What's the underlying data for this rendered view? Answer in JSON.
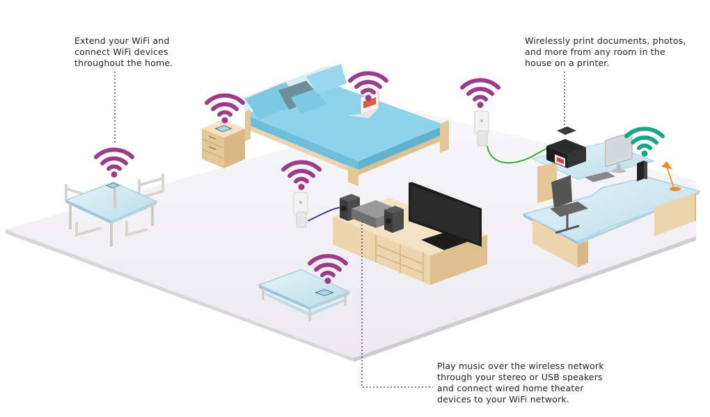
{
  "callouts": {
    "extend_wifi": "Extend your WiFi and\nconnect WiFi devices\nthroughout the home.",
    "print": "Wirelessly print documents, photos,\nand more from any room in the\nhouse on a printer.",
    "music": "Play music over the wireless network\nthrough your stereo or USB speakers\nand connect wired home theater\ndevices to your WiFi network."
  },
  "colors": {
    "wifi_purple": "#9c3b86",
    "wifi_green": "#1aa587",
    "wire_green": "#3aa53a",
    "wire_purple": "#4a3a8c",
    "wood": "#ecd5ad",
    "bed_blue": "#8fd3ea",
    "glass": "#cfe7f1"
  },
  "icons": [
    "wifi-signal-icon",
    "powerline-adapter-icon",
    "printer-icon",
    "router-icon",
    "tablet-icon",
    "laptop-icon"
  ]
}
